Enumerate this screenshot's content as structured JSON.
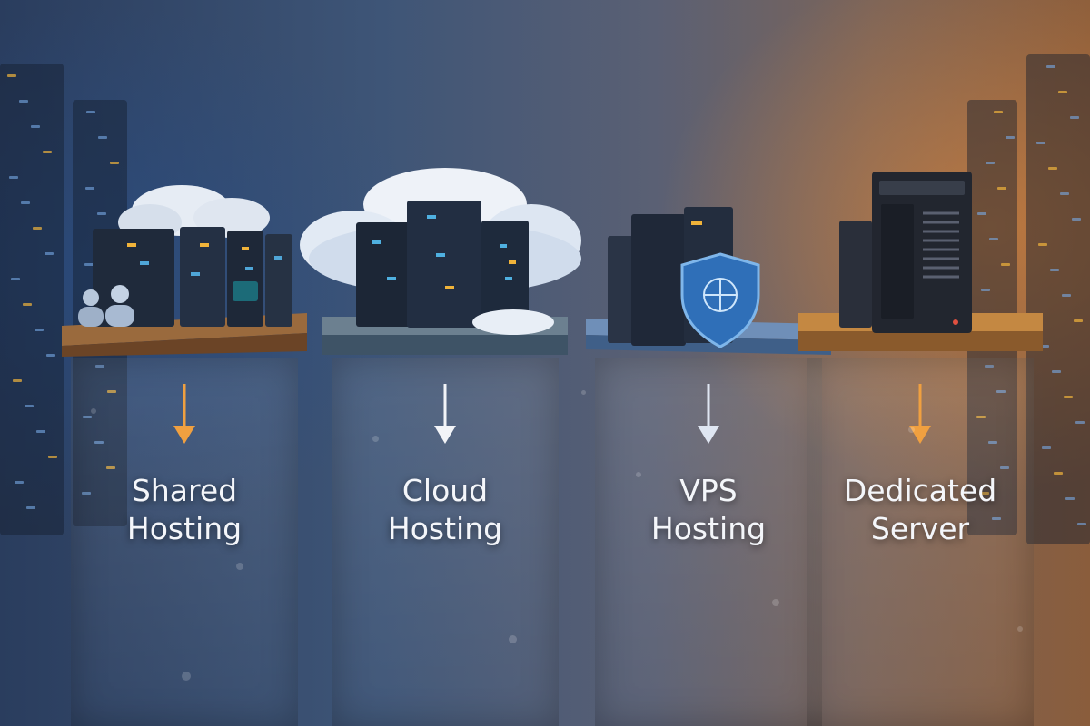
{
  "plans": [
    {
      "id": "shared",
      "line1": "Shared",
      "line2": "Hosting",
      "icon": "server-rack-with-cloud-and-users-icon",
      "accent": "#f0a040",
      "platform": "#8a5a34"
    },
    {
      "id": "cloud",
      "line1": "Cloud",
      "line2": "Hosting",
      "icon": "server-racks-in-cloud-icon",
      "accent": "#f2f4f8",
      "platform": "#4f6578"
    },
    {
      "id": "vps",
      "line1": "VPS",
      "line2": "Hosting",
      "icon": "server-rack-with-shield-icon",
      "accent": "#dfe6f2",
      "platform": "#5578a4"
    },
    {
      "id": "dedicated",
      "line1": "Dedicated",
      "line2": "Server",
      "icon": "tower-server-icon",
      "accent": "#f0a040",
      "platform": "#b27a3c"
    }
  ]
}
